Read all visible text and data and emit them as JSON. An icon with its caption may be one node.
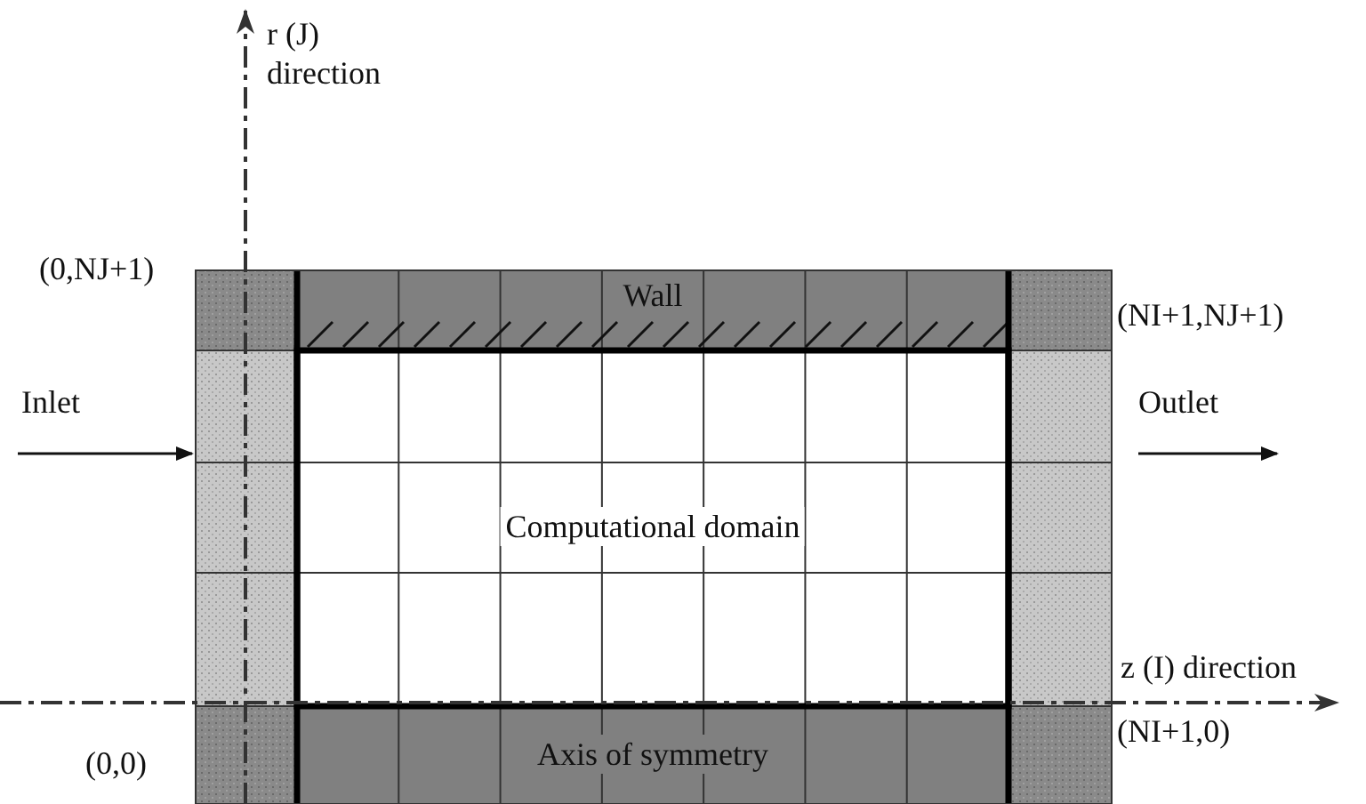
{
  "diagram": {
    "nodes": [
      {
        "text": [
          "Wall"
        ]
      },
      {
        "text": [
          "Computational domain"
        ]
      },
      {
        "text": [
          "Axis of symmetry"
        ]
      }
    ],
    "edges": [],
    "labels": [
      "r (J) direction",
      "(0,NJ+1)",
      "(NI+1,NJ+1)",
      "Inlet",
      "Outlet",
      "z (I) direction",
      "(0,0)",
      "(NI+1,0)"
    ]
  }
}
